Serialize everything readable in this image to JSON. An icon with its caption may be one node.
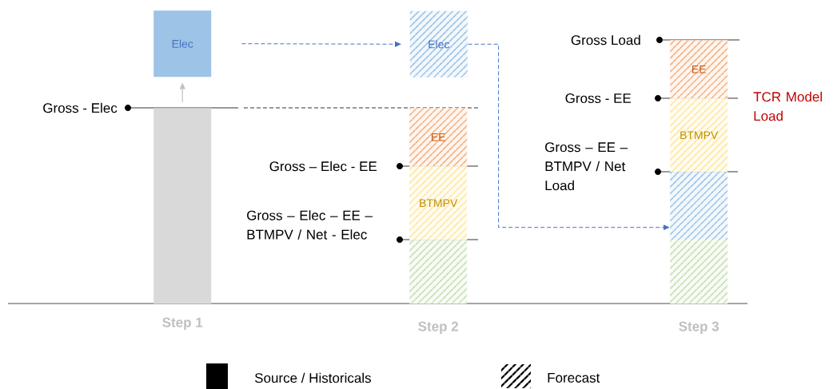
{
  "diagram": {
    "nodes": [
      {
        "text": [
          "Elec"
        ]
      },
      {
        "text": [],
        "shape": "bar",
        "beside": [
          "Step 1"
        ]
      },
      {
        "text": [
          "Elec"
        ]
      },
      {
        "text": [
          "EE"
        ]
      },
      {
        "text": [
          "BTMPV"
        ]
      },
      {
        "text": [],
        "shape": "bar",
        "beside": [
          "Step 2"
        ]
      },
      {
        "text": [
          "EE"
        ]
      },
      {
        "text": [
          "BTMPV"
        ]
      },
      {
        "text": [],
        "shape": "bar"
      },
      {
        "text": [],
        "shape": "bar",
        "beside": [
          "Step 3"
        ]
      }
    ],
    "edges": [
      {
        "from": 1,
        "to": 0,
        "arrow": "to",
        "color": "#bfbfbf"
      },
      {
        "from": 0,
        "to": 2,
        "arrow": "to",
        "style": "dashed",
        "color": "#4472c4"
      },
      {
        "from": 2,
        "to": 8,
        "arrow": "to",
        "style": "dashed",
        "color": "#4472c4"
      }
    ],
    "labels": [
      "Gross Load",
      "Gross - Elec",
      "Gross - EE",
      "TCR Model Load",
      "Gross – Elec - EE",
      "Gross – EE – BTMPV / Net Load",
      "Gross – Elec – EE – BTMPV / Net - Elec"
    ],
    "legend": [
      {
        "text": "Source / Historicals",
        "color": "#000000"
      },
      {
        "text": "Forecast"
      }
    ]
  }
}
